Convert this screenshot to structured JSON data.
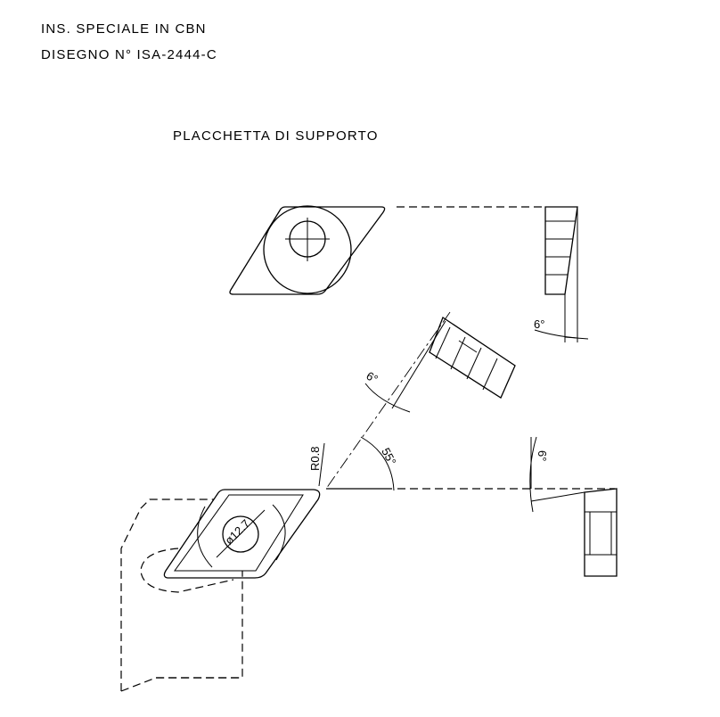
{
  "header": {
    "line1": "INS. SPECIALE IN CBN",
    "line2": "DISEGNO N° ISA-2444-C"
  },
  "section_title": "PLACCHETTA DI SUPPORTO",
  "dimensions": {
    "angle_top_right": "6°",
    "angle_middle": "6°",
    "angle_right": "6°",
    "included_angle": "55°",
    "corner_radius": "R0.8",
    "hole_diameter": "ø12.7"
  }
}
